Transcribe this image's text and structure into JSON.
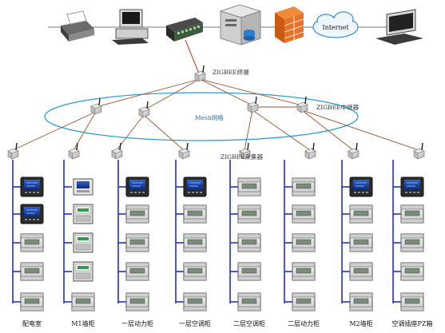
{
  "labels": {
    "internet": "Internet",
    "zigbee_terminal": "ZIGBEE终端",
    "mesh_network": "Mesh网络",
    "zigbee_repeater": "ZIGBEE中继器",
    "zigbee_collector": "ZIGBEE采集器"
  },
  "top_devices": [
    {
      "name": "printer-icon",
      "label": "printer"
    },
    {
      "name": "workstation-icon",
      "label": "desktop computer"
    },
    {
      "name": "network-switch-icon",
      "label": "network switch"
    },
    {
      "name": "server-icon",
      "label": "server"
    },
    {
      "name": "firewall-icon",
      "label": "firewall"
    },
    {
      "name": "internet-cloud-icon",
      "label": "internet"
    },
    {
      "name": "laptop-icon",
      "label": "laptop"
    }
  ],
  "columns": [
    {
      "label": "配电室",
      "meters": [
        "screen",
        "screen",
        "din",
        "din",
        "din"
      ]
    },
    {
      "label": "M1墙柜",
      "meters": [
        "small",
        "module",
        "module",
        "module",
        "din"
      ]
    },
    {
      "label": "一层动力柜",
      "meters": [
        "screen",
        "din",
        "din",
        "din",
        "din"
      ]
    },
    {
      "label": "一层空调柜",
      "meters": [
        "screen",
        "din",
        "din",
        "din",
        "din"
      ]
    },
    {
      "label": "二层空调柜",
      "meters": [
        "din",
        "din",
        "din",
        "din",
        "din"
      ]
    },
    {
      "label": "二层动力柜",
      "meters": [
        "din",
        "din",
        "din",
        "din",
        "din"
      ]
    },
    {
      "label": "M2墙柜",
      "meters": [
        "screen",
        "din",
        "din",
        "din",
        "din"
      ]
    },
    {
      "label": "空调插座PZ箱",
      "meters": [
        "screen",
        "din",
        "din",
        "din",
        "din"
      ]
    }
  ],
  "colors": {
    "wire_blue": "#1f2fd8",
    "link_brown": "#a0522d",
    "mesh_ellipse": "#2a9fd8",
    "screen_blue": "#1b3fa8",
    "module_green": "#2f9e4a"
  }
}
